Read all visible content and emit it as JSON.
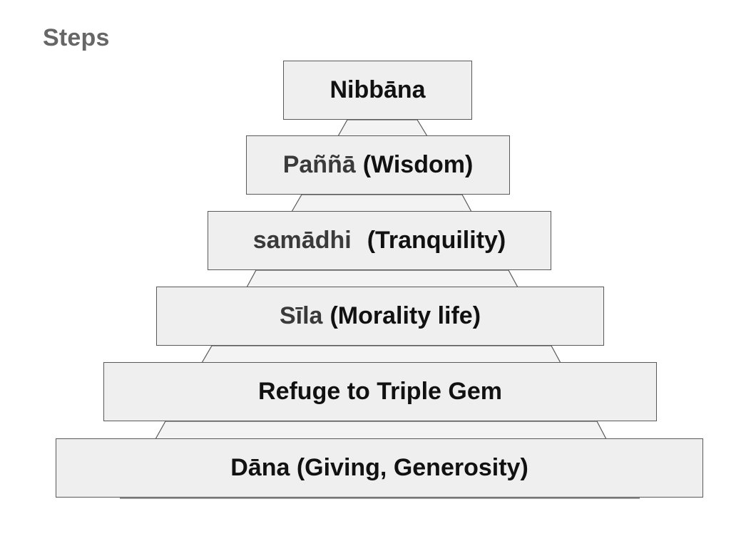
{
  "title": "Steps",
  "colors": {
    "box_fill": "#efefef",
    "box_border": "#595959",
    "connector_fill": "#f3f3f3",
    "title_text": "#666666",
    "pali_text": "#3a3a3a",
    "main_text": "#111111"
  },
  "steps": [
    {
      "pali": "",
      "text": "Nibbāna"
    },
    {
      "pali": "Paññā",
      "text": "(Wisdom)"
    },
    {
      "pali": "samādhi",
      "text": "(Tranquility)"
    },
    {
      "pali": "Sīla",
      "text": "(Morality life)"
    },
    {
      "pali": "",
      "text": "Refuge to Triple Gem"
    },
    {
      "pali": "",
      "text": "Dāna (Giving, Generosity)"
    }
  ]
}
